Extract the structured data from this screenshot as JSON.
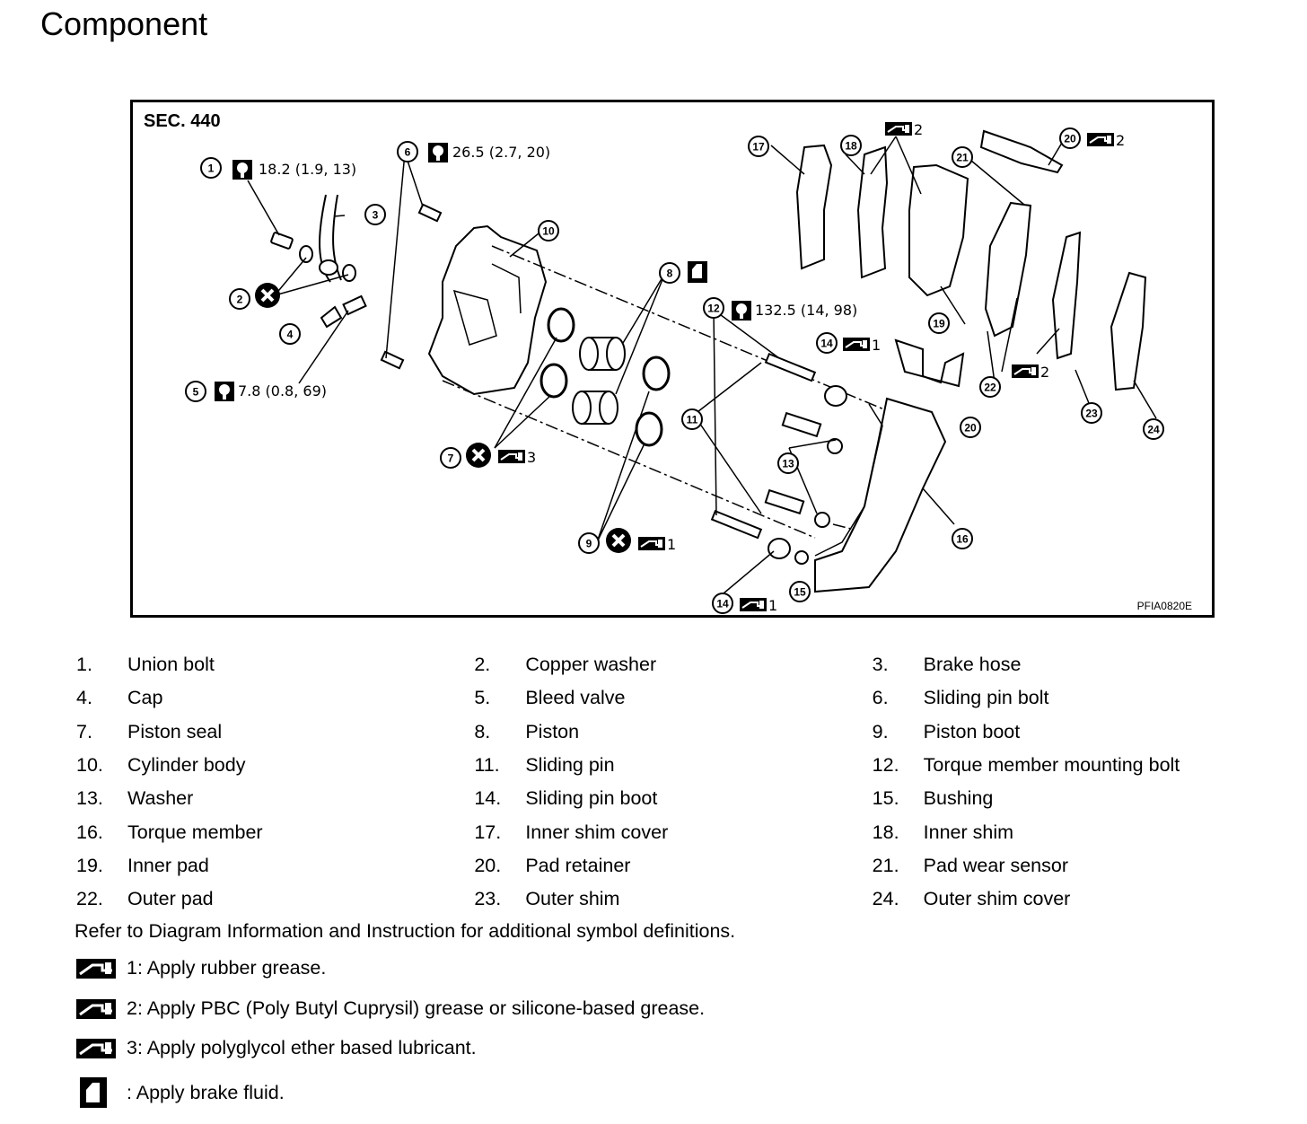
{
  "title": "Component",
  "figure": {
    "section": "SEC. 440",
    "code": "PFIA0820E",
    "torque_specs": {
      "t1": "18.2 (1.9, 13)",
      "t6": "26.5 (2.7, 20)",
      "t5": "7.8 (0.8, 69)",
      "t12": "132.5 (14, 98)"
    },
    "grease_grades": {
      "g1": "1",
      "g2": "2",
      "g3": "3"
    },
    "callouts": [
      "1",
      "2",
      "3",
      "4",
      "5",
      "6",
      "7",
      "8",
      "9",
      "10",
      "11",
      "12",
      "13",
      "14",
      "15",
      "16",
      "17",
      "18",
      "19",
      "20",
      "21",
      "22",
      "23",
      "24"
    ],
    "icons": [
      "torque-wrench-icon",
      "do-not-reuse-icon",
      "grease-icon",
      "brake-fluid-icon"
    ]
  },
  "parts": [
    {
      "num": "1.",
      "name": "Union bolt"
    },
    {
      "num": "2.",
      "name": "Copper washer"
    },
    {
      "num": "3.",
      "name": "Brake hose"
    },
    {
      "num": "4.",
      "name": "Cap"
    },
    {
      "num": "5.",
      "name": "Bleed valve"
    },
    {
      "num": "6.",
      "name": "Sliding pin bolt"
    },
    {
      "num": "7.",
      "name": "Piston seal"
    },
    {
      "num": "8.",
      "name": "Piston"
    },
    {
      "num": "9.",
      "name": "Piston boot"
    },
    {
      "num": "10.",
      "name": "Cylinder body"
    },
    {
      "num": "11.",
      "name": "Sliding pin"
    },
    {
      "num": "12.",
      "name": "Torque member mounting bolt"
    },
    {
      "num": "13.",
      "name": "Washer"
    },
    {
      "num": "14.",
      "name": "Sliding pin boot"
    },
    {
      "num": "15.",
      "name": "Bushing"
    },
    {
      "num": "16.",
      "name": "Torque member"
    },
    {
      "num": "17.",
      "name": "Inner shim cover"
    },
    {
      "num": "18.",
      "name": "Inner shim"
    },
    {
      "num": "19.",
      "name": "Inner pad"
    },
    {
      "num": "20.",
      "name": "Pad retainer"
    },
    {
      "num": "21.",
      "name": "Pad wear sensor"
    },
    {
      "num": "22.",
      "name": "Outer pad"
    },
    {
      "num": "23.",
      "name": "Outer shim"
    },
    {
      "num": "24.",
      "name": "Outer shim cover"
    }
  ],
  "refer_text": "Refer to Diagram Information and Instruction for additional symbol definitions.",
  "legend": [
    {
      "icon": "grease-icon",
      "text": "1: Apply rubber grease."
    },
    {
      "icon": "grease-icon",
      "text": "2: Apply PBC (Poly Butyl Cuprysil) grease or silicone-based grease."
    },
    {
      "icon": "grease-icon",
      "text": "3: Apply polyglycol ether based lubricant."
    },
    {
      "icon": "brake-fluid-icon",
      "text": ": Apply brake fluid."
    }
  ]
}
